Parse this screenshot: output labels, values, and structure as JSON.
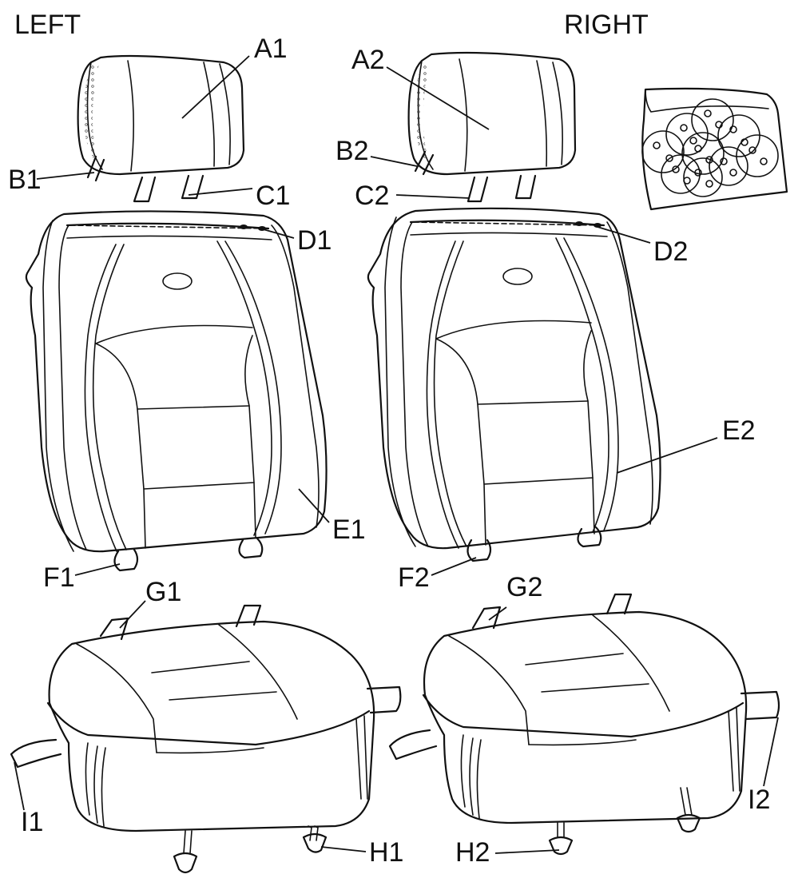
{
  "titles": {
    "left": "LEFT",
    "right": "RIGHT"
  },
  "labels": {
    "A1": "A1",
    "A2": "A2",
    "B1": "B1",
    "B2": "B2",
    "C1": "C1",
    "C2": "C2",
    "D1": "D1",
    "D2": "D2",
    "E1": "E1",
    "E2": "E2",
    "F1": "F1",
    "F2": "F2",
    "G1": "G1",
    "G2": "G2",
    "H1": "H1",
    "H2": "H2",
    "I1": "I1",
    "I2": "I2"
  }
}
